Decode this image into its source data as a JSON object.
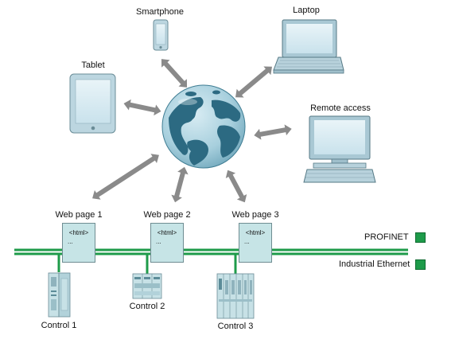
{
  "devices": {
    "smartphone": "Smartphone",
    "laptop": "Laptop",
    "tablet": "Tablet",
    "remote": "Remote access"
  },
  "web_pages": [
    {
      "title": "Web page 1",
      "tag": "<html>",
      "dots": "..."
    },
    {
      "title": "Web page 2",
      "tag": "<html>",
      "dots": "..."
    },
    {
      "title": "Web page 3",
      "tag": "<html>",
      "dots": "..."
    }
  ],
  "controls": [
    "Control 1",
    "Control 2",
    "Control 3"
  ],
  "legend": {
    "profinet": "PROFINET",
    "industrial_ethernet": "Industrial Ethernet",
    "network_color": "#1e9b4a"
  },
  "icons": [
    "globe-icon",
    "smartphone-icon",
    "laptop-icon",
    "tablet-icon",
    "monitor-icon",
    "plc-icon"
  ]
}
